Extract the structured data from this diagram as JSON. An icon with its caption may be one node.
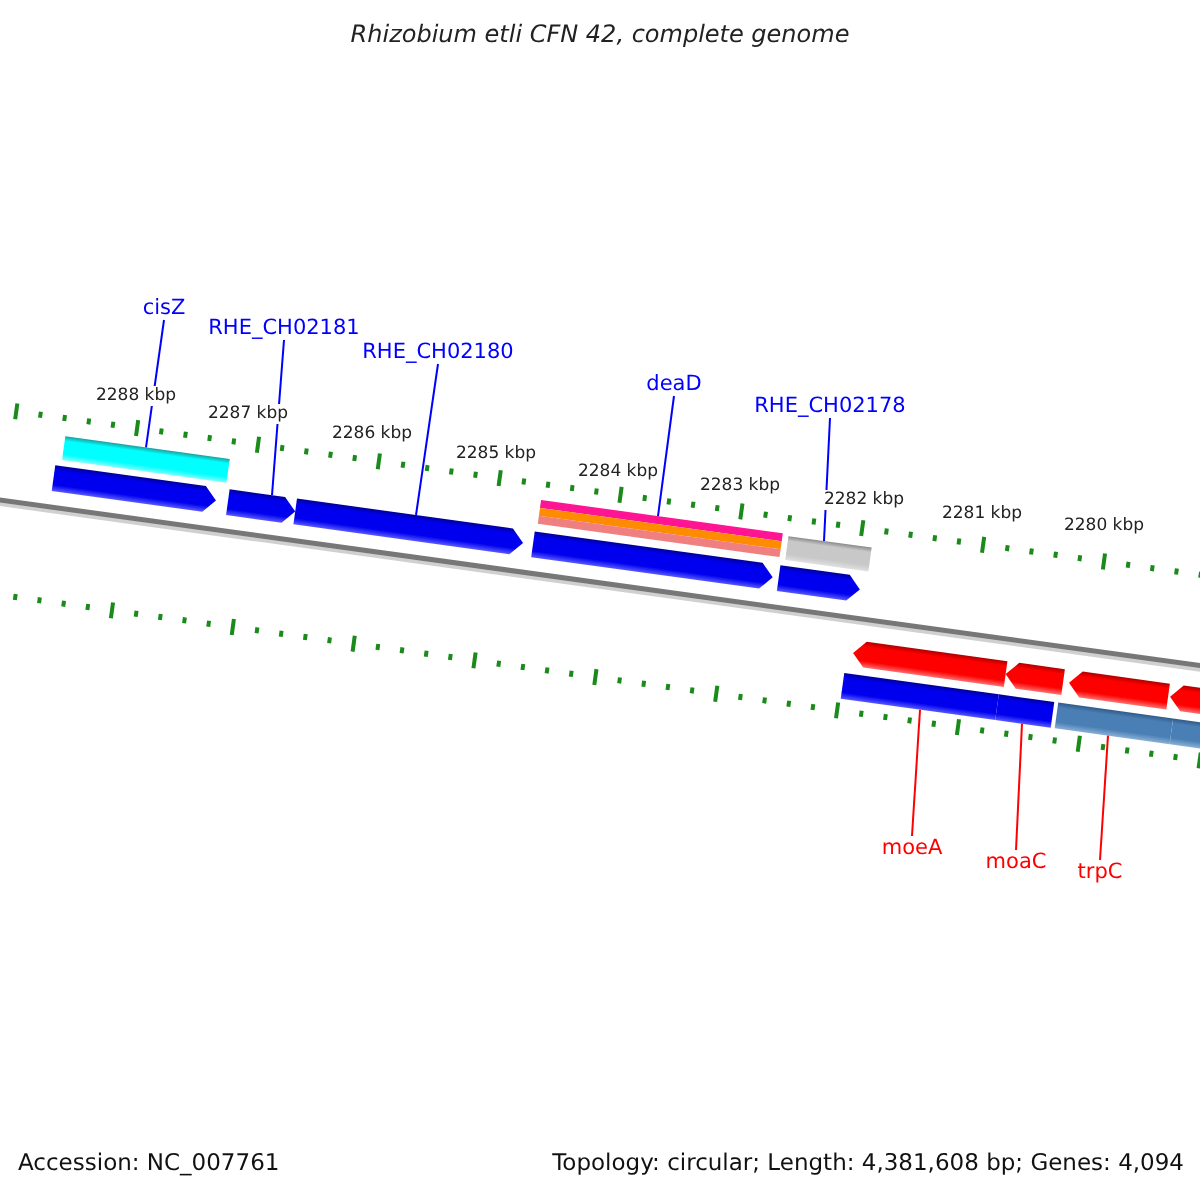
{
  "diagram": {
    "title": "Rhizobium etli CFN 42, complete genome",
    "nodes": [
      {
        "text": [
          "cisZ"
        ]
      },
      {
        "text": [
          "RHE_CH02181"
        ]
      },
      {
        "text": [
          "RHE_CH02180"
        ]
      },
      {
        "text": [
          "deaD"
        ]
      },
      {
        "text": [
          "RHE_CH02178"
        ]
      },
      {
        "text": [
          "moeA"
        ]
      },
      {
        "text": [
          "moaC"
        ]
      },
      {
        "text": [
          "trpC"
        ]
      },
      {
        "text": [],
        "shape": "bar"
      },
      {
        "text": [],
        "shape": "arrow"
      },
      {
        "text": [],
        "shape": "arrow"
      },
      {
        "text": [],
        "shape": "arrow"
      },
      {
        "text": [],
        "shape": "bar"
      },
      {
        "text": [],
        "shape": "arrow"
      },
      {
        "text": [],
        "shape": "bar"
      },
      {
        "text": [],
        "shape": "arrow"
      },
      {
        "text": [],
        "shape": "bar"
      },
      {
        "text": [],
        "shape": "arrow"
      },
      {
        "text": [],
        "shape": "bar"
      },
      {
        "text": [],
        "shape": "arrow"
      },
      {
        "text": [],
        "shape": "bar"
      },
      {
        "text": [],
        "shape": "arrow"
      },
      {
        "text": [],
        "shape": "bar"
      },
      {
        "text": [],
        "shape": "arrow"
      }
    ],
    "edges": [
      {
        "from": 0,
        "to": 8,
        "arrow": "none"
      },
      {
        "from": 1,
        "to": 10,
        "arrow": "none"
      },
      {
        "from": 2,
        "to": 11,
        "arrow": "none"
      },
      {
        "from": 3,
        "to": 12,
        "arrow": "none"
      },
      {
        "from": 4,
        "to": 14,
        "arrow": "none"
      },
      {
        "from": 5,
        "to": 16,
        "arrow": "none",
        "color": "#ff0000"
      },
      {
        "from": 6,
        "to": 18,
        "arrow": "none",
        "color": "#ff0000"
      },
      {
        "from": 7,
        "to": 20,
        "arrow": "none",
        "color": "#ff0000"
      }
    ],
    "labels": [
      "2288 kbp",
      "2287 kbp",
      "2286 kbp",
      "2285 kbp",
      "2284 kbp",
      "2283 kbp",
      "2282 kbp",
      "2281 kbp",
      "2280 kbp",
      "Accession: NC_007761",
      "Topology: circular; Length: 4,381,608 bp; Genes: 4,094"
    ]
  }
}
